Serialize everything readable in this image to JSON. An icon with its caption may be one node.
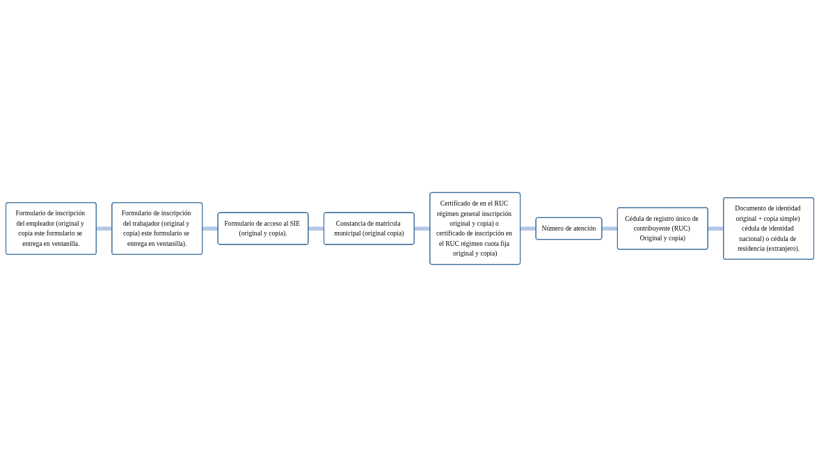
{
  "diagram": {
    "nodes": [
      {
        "text": [
          "Formulario de inscripción del empleador (original y copia este formulario se entrega en ventanilla."
        ]
      },
      {
        "text": [
          "Formulario de inscripción del trabajador (original y copia) este formulario se entrega en ventanilla)."
        ]
      },
      {
        "text": [
          "Formulario de acceso al SIE (original y copia)."
        ]
      },
      {
        "text": [
          "Constancia de matrícula municipal (original copia)"
        ]
      },
      {
        "text": [
          "Certificado de en el RUC régimen general inscripción original y copia) o certificado de inscripción en el RUC régimen cuota fija original y copia)"
        ]
      },
      {
        "text": [
          "Número de atención"
        ]
      },
      {
        "text": [
          "Cédula de registro único de contribuyente (RUC) Original y copia)"
        ]
      },
      {
        "text": [
          "Documento de identidad original + copia simple) cédula de identidad nacional) o cédula de residencia (extranjero)."
        ]
      }
    ],
    "edges": [
      {
        "from": 0,
        "to": 1,
        "arrow": "none"
      },
      {
        "from": 1,
        "to": 2,
        "arrow": "none"
      },
      {
        "from": 2,
        "to": 3,
        "arrow": "none"
      },
      {
        "from": 3,
        "to": 4,
        "arrow": "none"
      },
      {
        "from": 4,
        "to": 5,
        "arrow": "none"
      },
      {
        "from": 5,
        "to": 6,
        "arrow": "none"
      },
      {
        "from": 6,
        "to": 7,
        "arrow": "none"
      }
    ]
  }
}
